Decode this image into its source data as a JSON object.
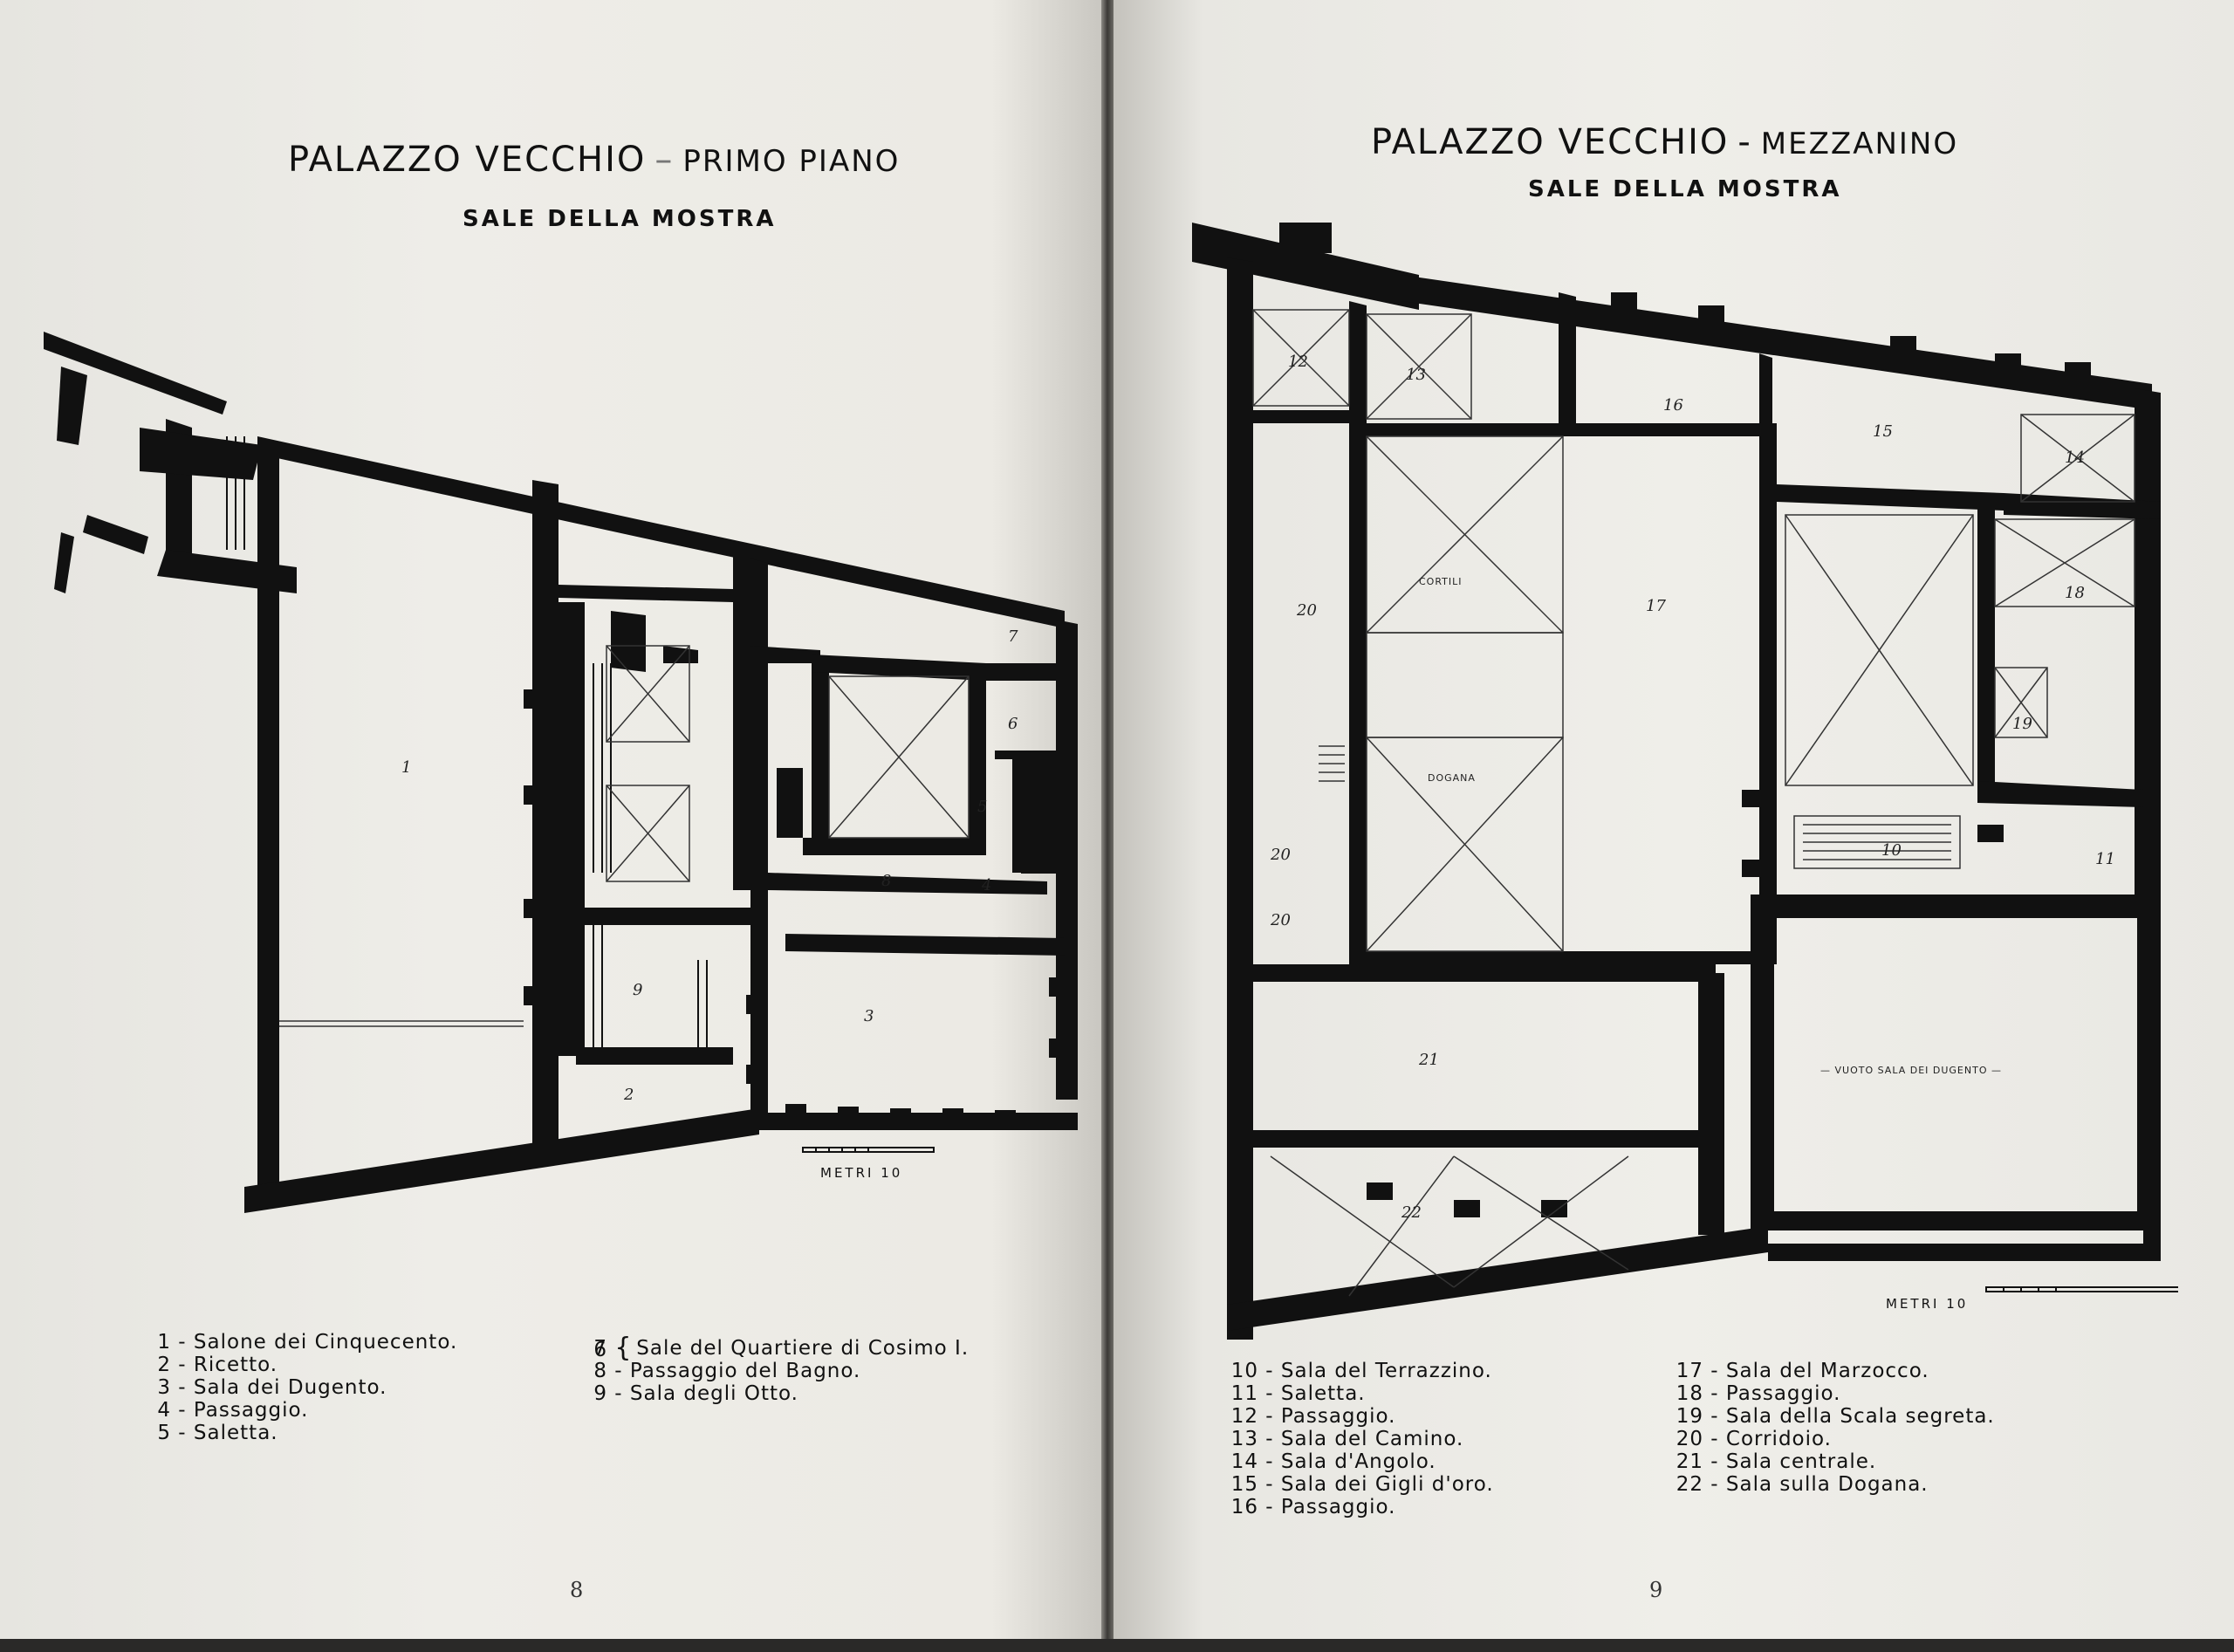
{
  "left_page": {
    "title_main": "PALAZZO VECCHIO",
    "title_separator": "–",
    "title_sub": "PRIMO PIANO",
    "subtitle": "SALE DELLA MOSTRA",
    "scale_label": "METRI 10",
    "page_number": "8",
    "room_labels": [
      "1",
      "2",
      "3",
      "4",
      "5",
      "6",
      "7",
      "8",
      "9"
    ],
    "legend_col1": [
      {
        "num": "1",
        "text": "Salone dei Cinquecento."
      },
      {
        "num": "2",
        "text": "Ricetto."
      },
      {
        "num": "3",
        "text": "Sala dei Dugento."
      },
      {
        "num": "4",
        "text": "Passaggio."
      },
      {
        "num": "5",
        "text": "Saletta."
      }
    ],
    "legend_col2": [
      {
        "num": "6",
        "text": ""
      },
      {
        "num": "7",
        "text": "Sale del Quartiere di Cosimo I."
      },
      {
        "num": "8",
        "text": "Passaggio del Bagno."
      },
      {
        "num": "9",
        "text": "Sala degli Otto."
      }
    ]
  },
  "right_page": {
    "title_main": "PALAZZO VECCHIO",
    "title_separator": "-",
    "title_sub": "MEZZANINO",
    "subtitle": "SALE DELLA MOSTRA",
    "scale_label": "METRI 10",
    "page_number": "9",
    "plan_labels": {
      "cortili": "CORTILI",
      "dogana": "DOGANA",
      "vuoto": "— VUOTO SALA DEI DUGENTO —"
    },
    "room_labels": [
      "10",
      "11",
      "12",
      "13",
      "14",
      "15",
      "16",
      "17",
      "18",
      "19",
      "20",
      "20",
      "20",
      "21",
      "22"
    ],
    "legend_col1": [
      {
        "num": "10",
        "text": "Sala del Terrazzino."
      },
      {
        "num": "11",
        "text": "Saletta."
      },
      {
        "num": "12",
        "text": "Passaggio."
      },
      {
        "num": "13",
        "text": "Sala del Camino."
      },
      {
        "num": "14",
        "text": "Sala d'Angolo."
      },
      {
        "num": "15",
        "text": "Sala dei Gigli d'oro."
      },
      {
        "num": "16",
        "text": "Passaggio."
      }
    ],
    "legend_col2": [
      {
        "num": "17",
        "text": "Sala del Marzocco."
      },
      {
        "num": "18",
        "text": "Passaggio."
      },
      {
        "num": "19",
        "text": "Sala della Scala segreta."
      },
      {
        "num": "20",
        "text": "Corridoio."
      },
      {
        "num": "21",
        "text": "Sala centrale."
      },
      {
        "num": "22",
        "text": "Sala sulla Dogana."
      }
    ]
  }
}
